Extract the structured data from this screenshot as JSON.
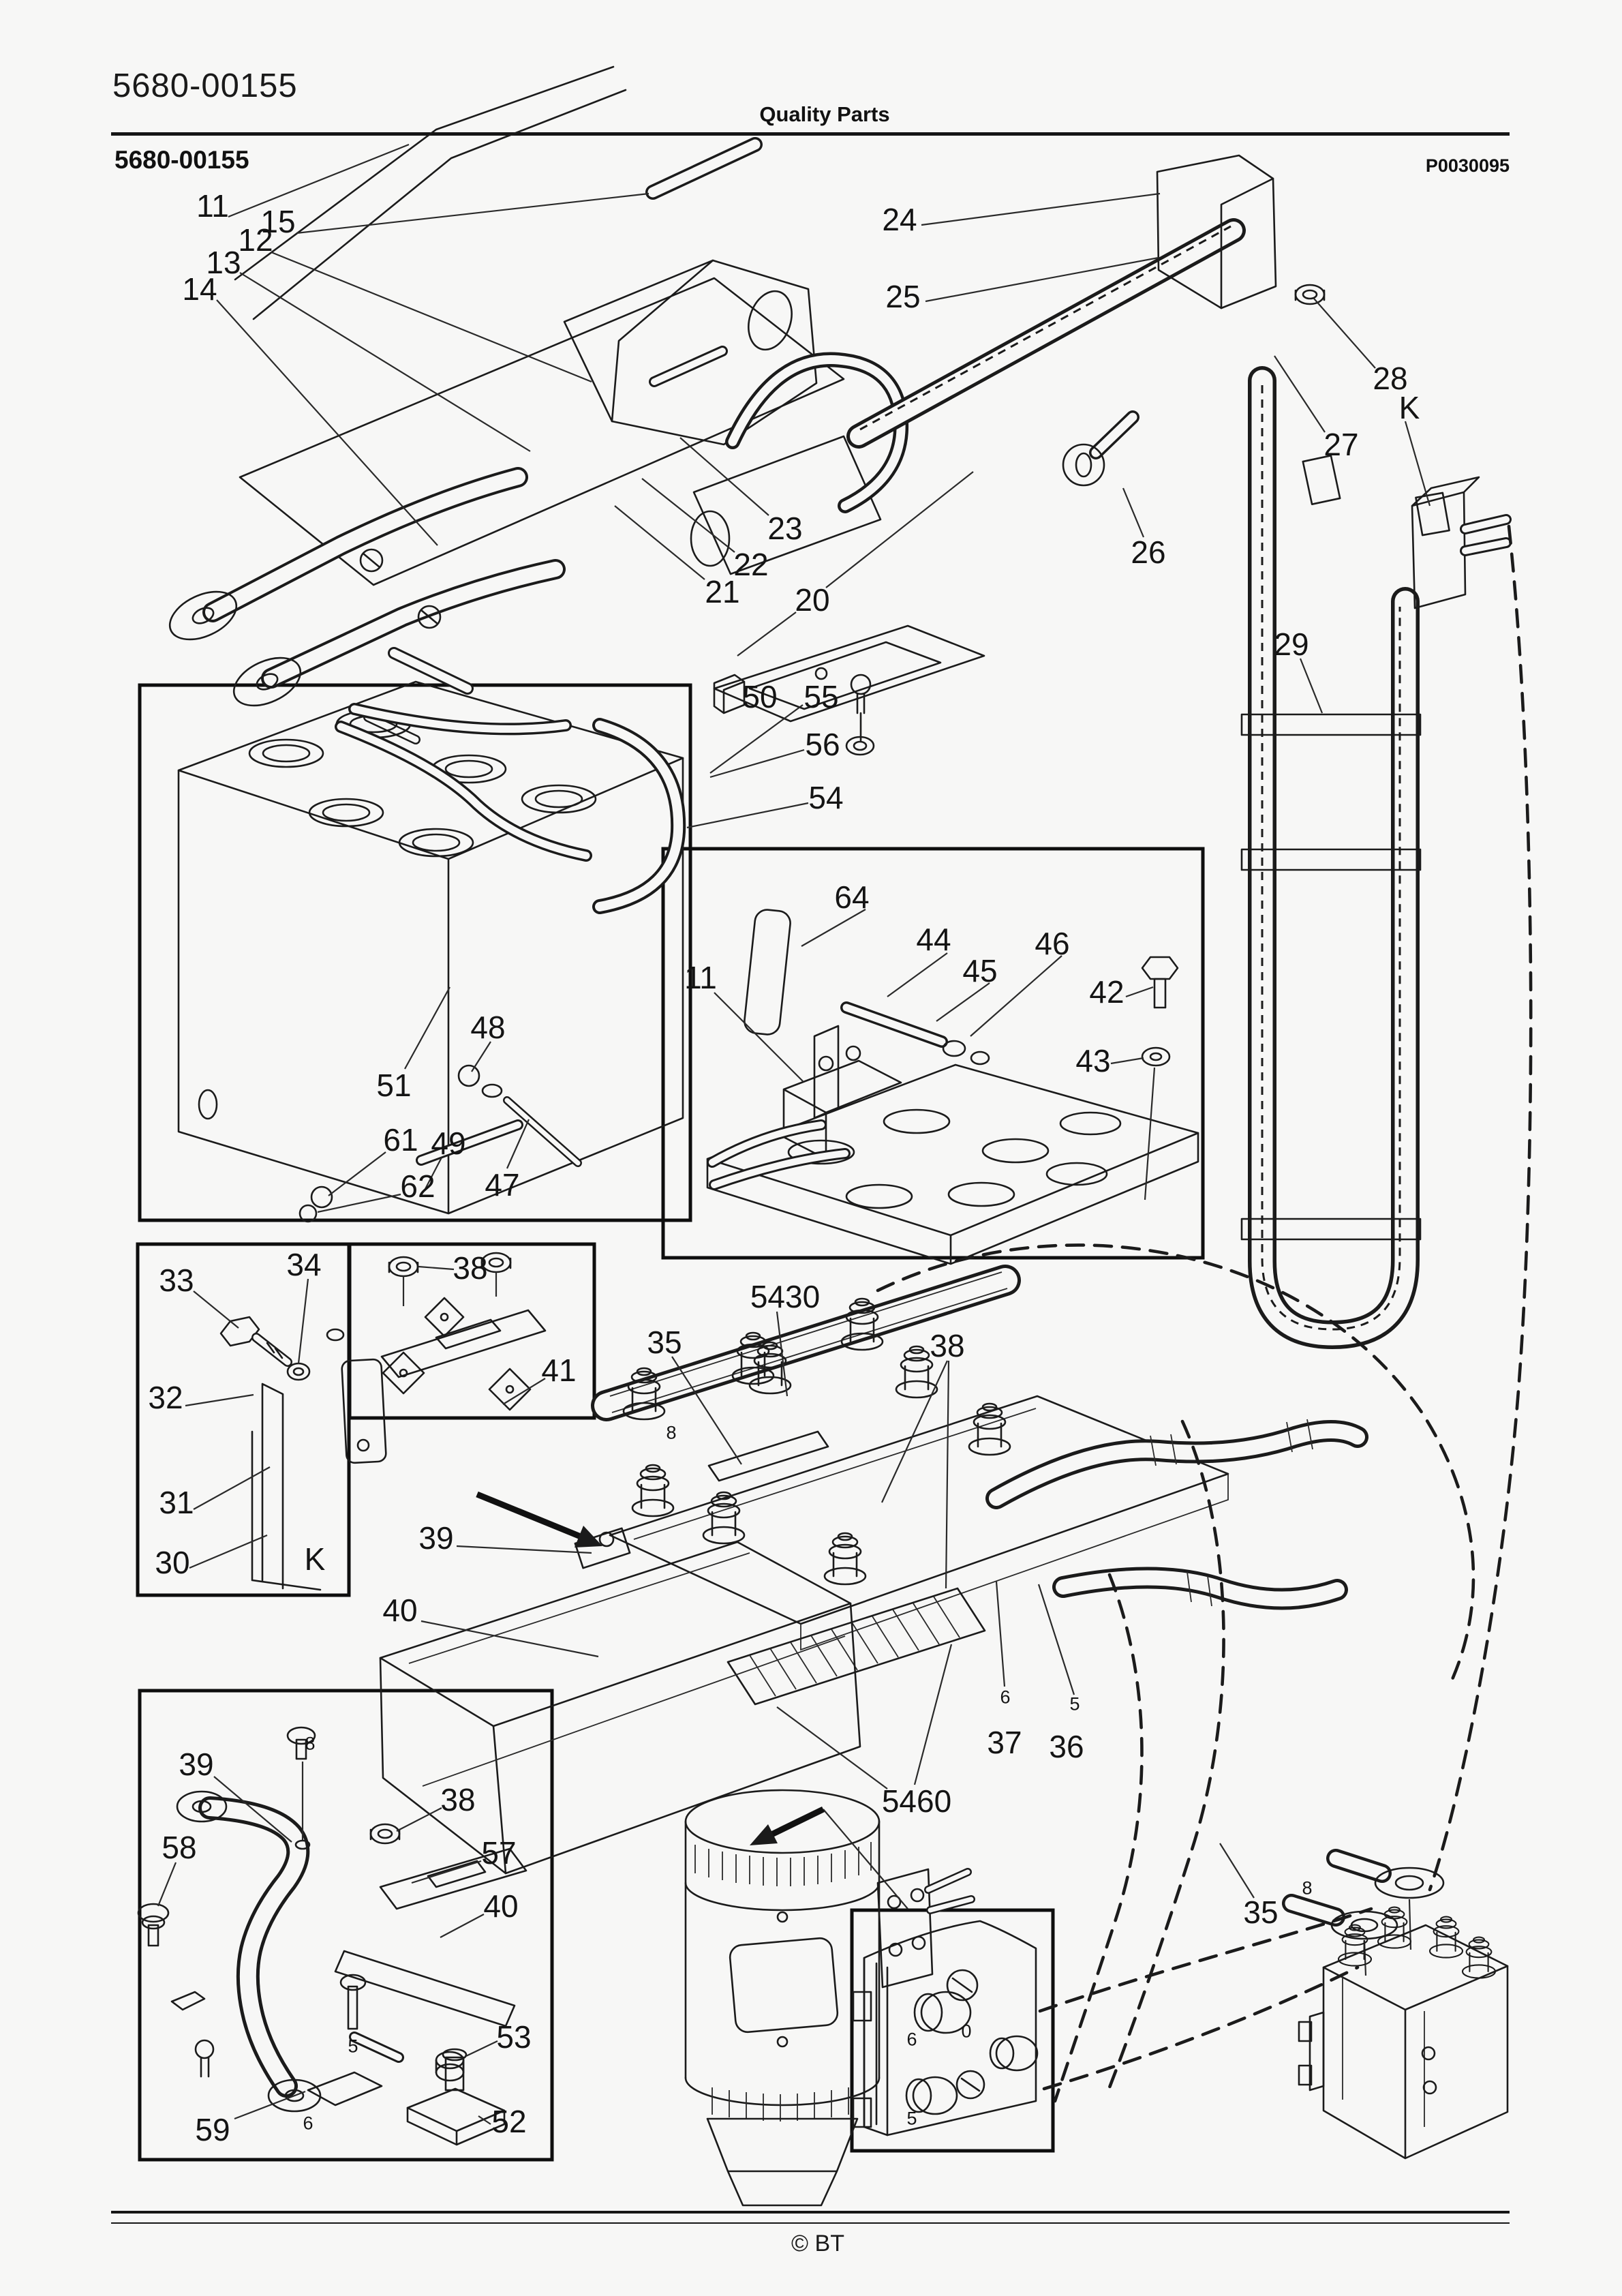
{
  "page": {
    "part_number_header": "5680-00155",
    "center_title": "Quality Parts",
    "part_number_bold": "5680-00155",
    "doc_number": "P0030095",
    "footer_copyright": "© BT"
  },
  "callouts": {
    "c11": "11",
    "c15": "15",
    "c12": "12",
    "c13": "13",
    "c14": "14",
    "c24": "24",
    "c25": "25",
    "c28": "28",
    "c27": "27",
    "c26": "26",
    "k_upper": "K",
    "c29": "29",
    "c23": "23",
    "c22": "22",
    "c21": "21",
    "c20": "20",
    "c50": "50",
    "c55": "55",
    "c56": "56",
    "c54": "54",
    "c64": "64",
    "c11_inset": "11",
    "c44": "44",
    "c45": "45",
    "c46": "46",
    "c42": "42",
    "c43": "43",
    "c48": "48",
    "c51": "51",
    "c61": "61",
    "c49": "49",
    "c62": "62",
    "c47": "47",
    "c33": "33",
    "c34": "34",
    "c32": "32",
    "c31": "31",
    "c30": "30",
    "k_inset": "K",
    "c38_fuse": "38",
    "c41": "41",
    "c35_main": "35",
    "c5430": "5430",
    "c38_main": "38",
    "c8_main": "8",
    "c39_main": "39",
    "c40_main": "40",
    "c6_hose": "6",
    "c5_hose": "5",
    "c37": "37",
    "c36": "36",
    "c5460": "5460",
    "c39_inset": "39",
    "c8_inset": "8",
    "c58": "58",
    "c38_inset": "38",
    "c57": "57",
    "c40_inset": "40",
    "c53": "53",
    "c52": "52",
    "c59": "59",
    "c5_inset": "5",
    "c6_inset": "6",
    "c6_block": "6",
    "c0_block": "0",
    "c5_block": "5",
    "c35_lug": "35",
    "c8_lug": "8"
  }
}
